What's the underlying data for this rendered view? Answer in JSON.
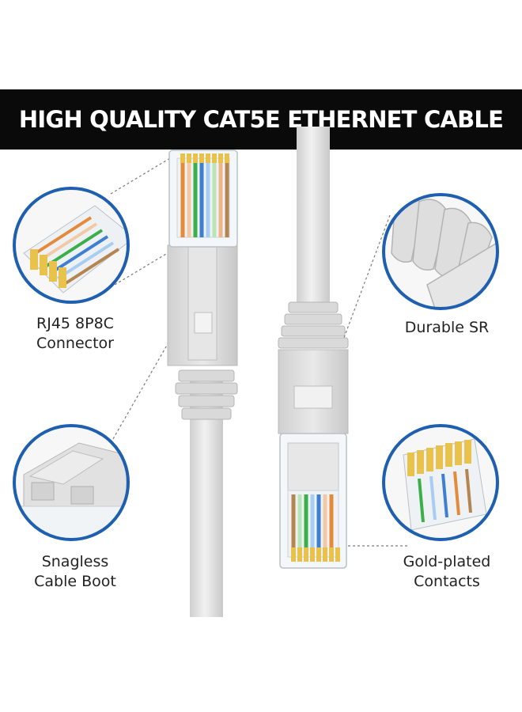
{
  "banner": {
    "title": "HIGH QUALITY CAT5E ETHERNET CABLE"
  },
  "colors": {
    "banner_bg": "#0a0a0a",
    "banner_text": "#ffffff",
    "cable": "#e2e2e2",
    "circle_border": "#1f5fb0",
    "gold": "#e8c24a"
  },
  "features": {
    "rj45": {
      "line1": "RJ45 8P8C",
      "line2": "Connector"
    },
    "durable": {
      "line1": "Durable SR"
    },
    "snagless": {
      "line1": "Snagless",
      "line2": "Cable Boot"
    },
    "gold": {
      "line1": "Gold-plated",
      "line2": "Contacts"
    }
  }
}
